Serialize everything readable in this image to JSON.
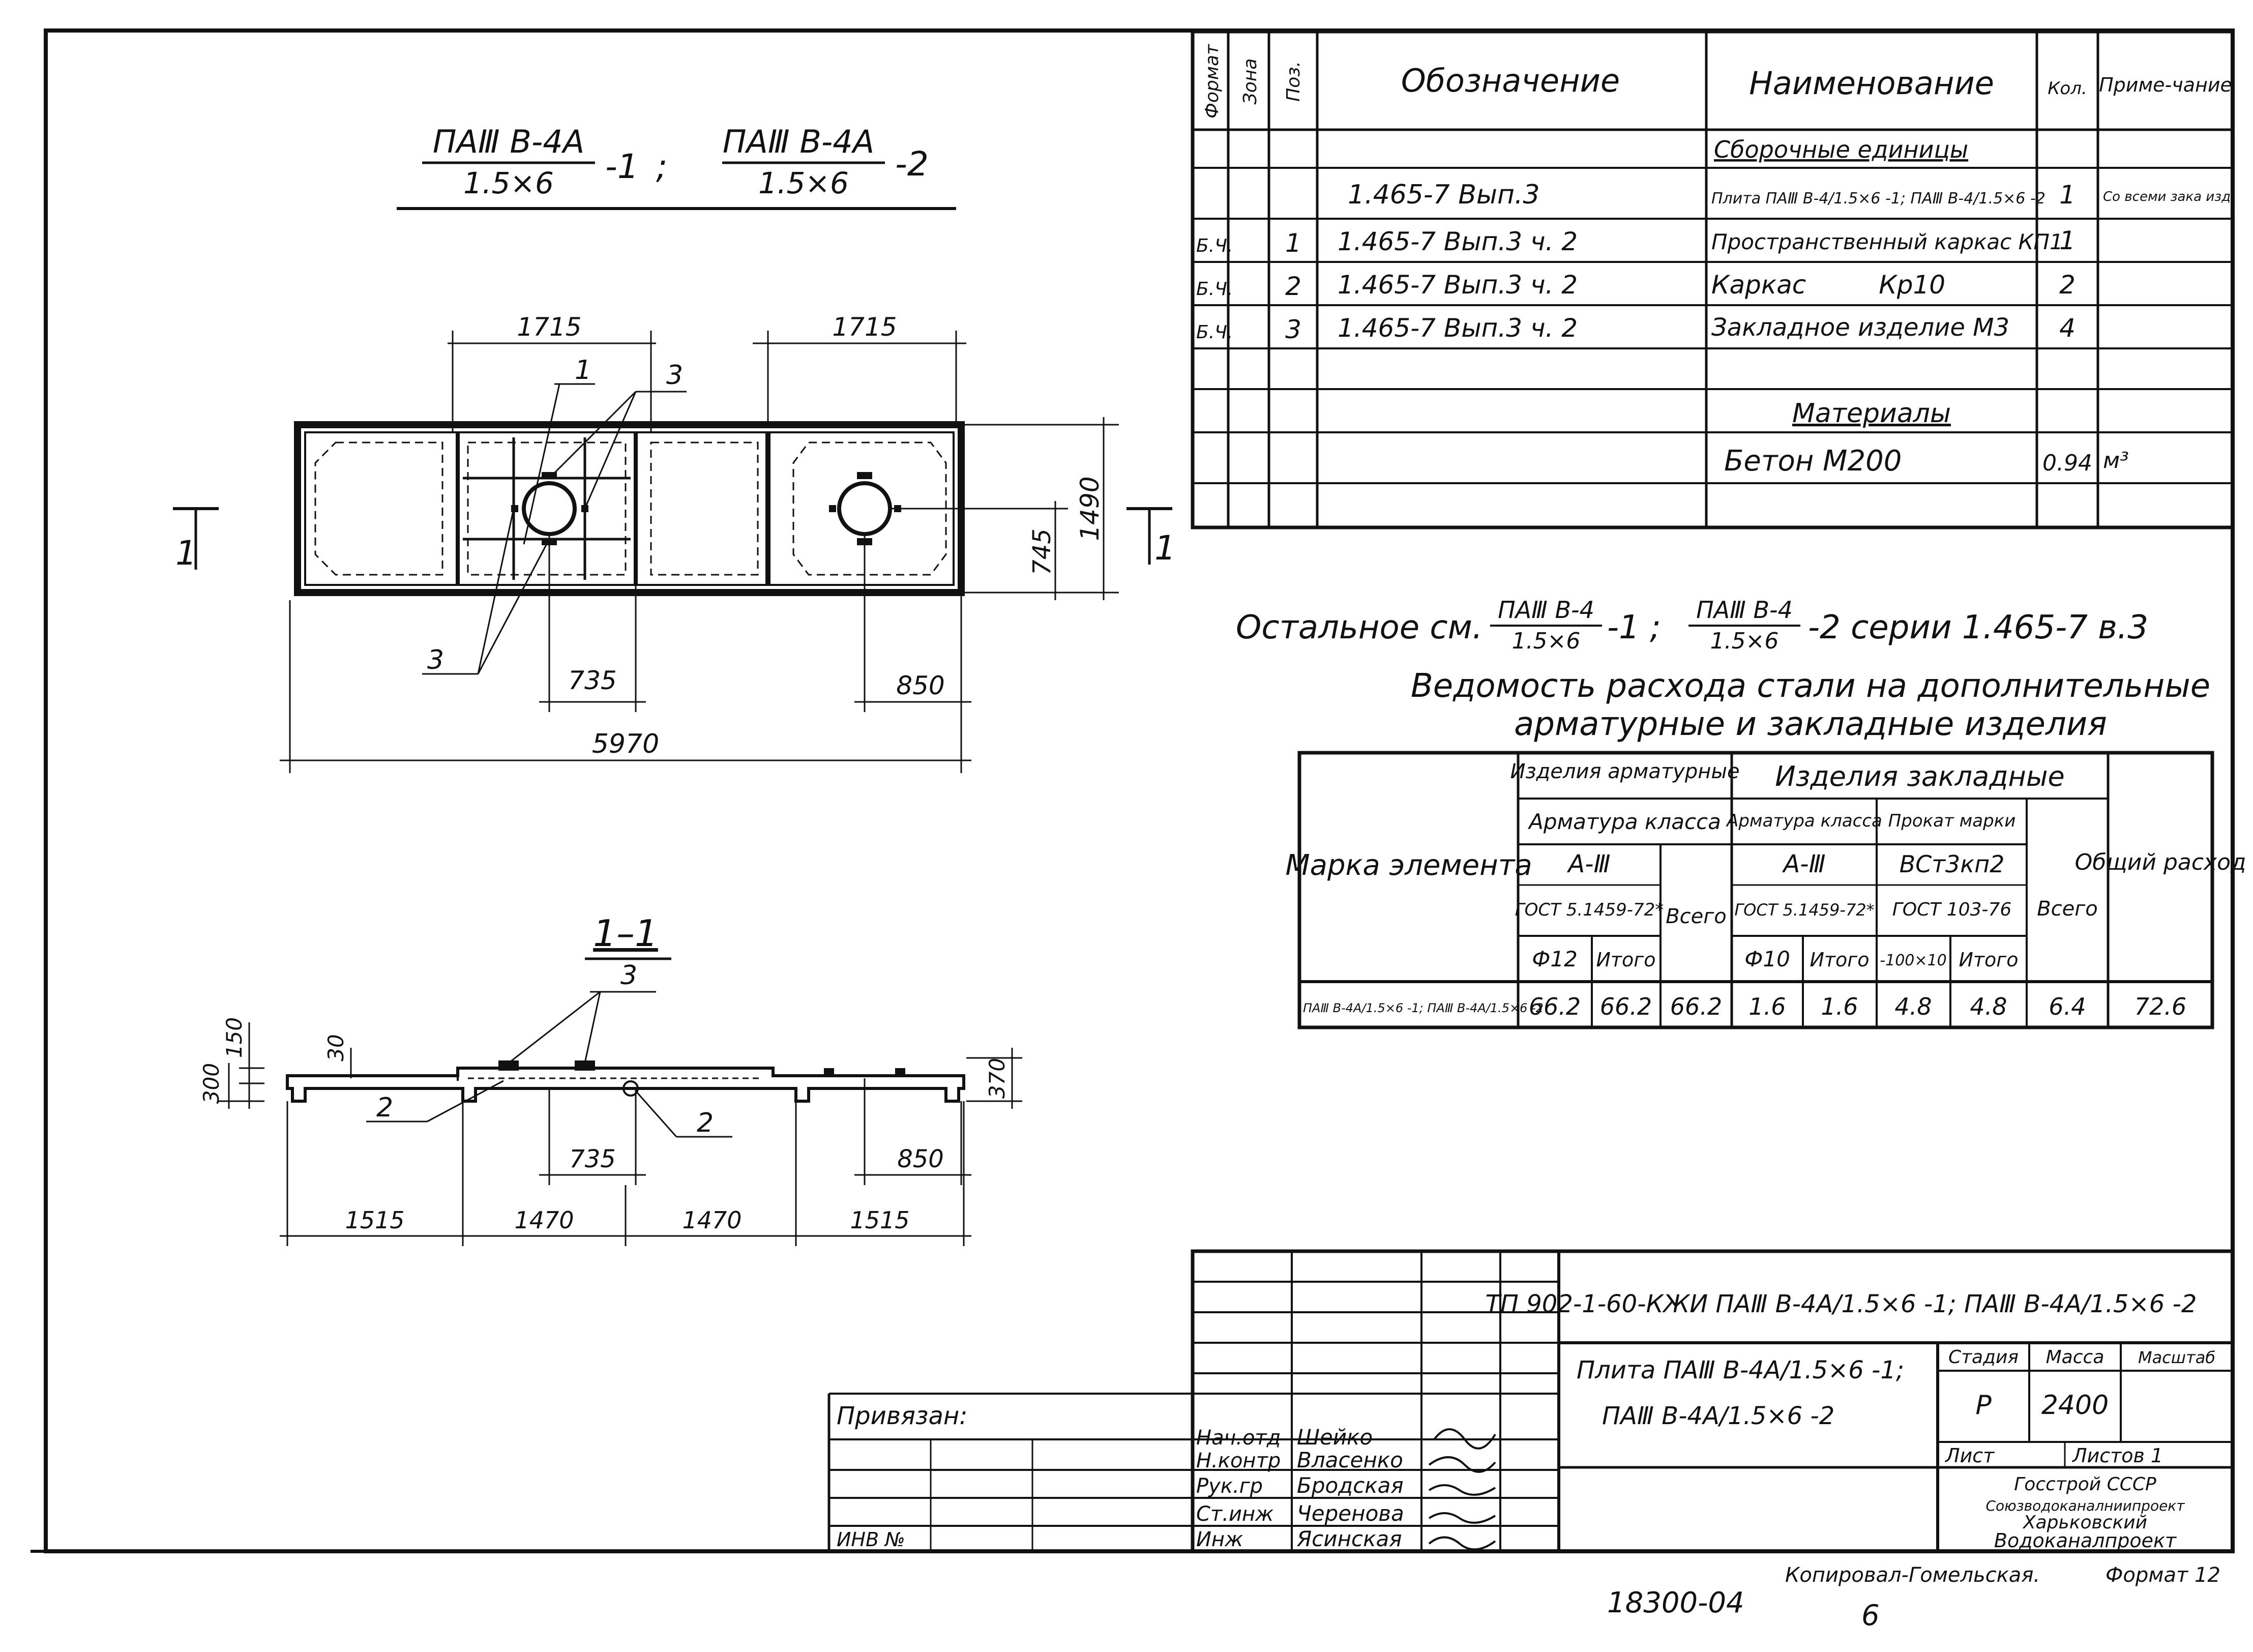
{
  "drawing": {
    "title_fraction_1_num": "ПАⅢ В-4А",
    "title_fraction_1_den": "1.5×6",
    "title_suffix_1": "-1",
    "title_separator": ";",
    "title_fraction_2_num": "ПАⅢ В-4А",
    "title_fraction_2_den": "1.5×6",
    "title_suffix_2": "-2",
    "dimensions": {
      "d1715a": "1715",
      "d1715b": "1715",
      "d1490": "1490",
      "d745": "745",
      "d735": "735",
      "d850": "850",
      "d5970": "5970",
      "s150": "150",
      "s30": "30",
      "s300": "300",
      "s370": "370",
      "s735": "735",
      "s850": "850",
      "s1515a": "1515",
      "s1470a": "1470",
      "s1470b": "1470",
      "s1515b": "1515"
    },
    "callouts": {
      "p1": "1",
      "p3a": "3",
      "p3b": "3",
      "p2a": "2",
      "p2b": "2",
      "p3c": "3"
    },
    "section_mark_left": "1",
    "section_mark_right": "1",
    "section_title": "1–1"
  },
  "spec_table": {
    "headers": {
      "format": "Формат",
      "zone": "Зона",
      "pos": "Поз.",
      "designation": "Обозначение",
      "name": "Наименование",
      "qty": "Кол.",
      "note": "Приме-чание"
    },
    "section_assemblies": "Сборочные единицы",
    "rows": [
      {
        "format": "",
        "pos": "",
        "designation": "1.465-7 Вып.3",
        "name": "Плита ПАⅢ В-4/1.5×6 -1; ПАⅢ В-4/1.5×6 -2",
        "qty": "1",
        "note": "Со всеми зака изд."
      },
      {
        "format": "Б.Ч.",
        "pos": "1",
        "designation": "1.465-7 Вып.3 ч. 2",
        "name": "Пространственный каркас КП1",
        "qty": "1",
        "note": ""
      },
      {
        "format": "Б.Ч.",
        "pos": "2",
        "designation": "1.465-7 Вып.3 ч. 2",
        "name": "Каркас         Кр10",
        "qty": "2",
        "note": ""
      },
      {
        "format": "Б.Ч.",
        "pos": "3",
        "designation": "1.465-7 Вып.3 ч. 2",
        "name": "Закладное изделие  М3",
        "qty": "4",
        "note": ""
      }
    ],
    "section_materials": "Материалы",
    "material_name": "Бетон М200",
    "material_qty": "0.94",
    "material_unit": "м³"
  },
  "note_text": {
    "prefix": "Остальное  см.",
    "frac1_num": "ПАⅢ В-4",
    "frac1_den": "1.5×6",
    "suffix1": "-1 ;",
    "frac2_num": "ПАⅢ В-4",
    "frac2_den": "1.5×6",
    "suffix2": "-2  серии 1.465-7 в.3"
  },
  "steel_table": {
    "title_line1": "Ведомость расхода стали на дополнительные",
    "title_line2": "арматурные  и  закладные  изделия",
    "h_mark": "Марка элемента",
    "h_reinf": "Изделия арматурные",
    "h_embed": "Изделия закладные",
    "h_class_a": "Арматура класса",
    "h_class_b": "Арматура класса",
    "h_rolled": "Прокат марки",
    "h_a3a": "А-Ⅲ",
    "h_a3b": "А-Ⅲ",
    "h_vst": "ВСт3кп2",
    "h_gost1": "ГОСТ 5.1459-72*",
    "h_gost2": "ГОСТ 5.1459-72*",
    "h_gost3": "ГОСТ 103-76",
    "h_total1": "Всего",
    "h_total2": "Всего",
    "h_grand": "Общий расход",
    "h_phi12": "Ф12",
    "h_itogo1": "Итого",
    "h_phi10": "Ф10",
    "h_itogo2": "Итого",
    "h_strip": "-100×10",
    "h_itogo3": "Итого",
    "row_mark": "ПАⅢ В-4А/1.5×6 -1; ПАⅢ В-4А/1.5×6 -2",
    "values": [
      "66.2",
      "66.2",
      "66.2",
      "1.6",
      "1.6",
      "4.8",
      "4.8",
      "6.4",
      "72.6"
    ]
  },
  "title_block": {
    "doc_code": "ТП 902-1-60-КЖИ ПАⅢ В-4А/1.5×6 -1; ПАⅢ В-4А/1.5×6 -2",
    "product_line1": "Плита ПАⅢ В-4А/1.5×6 -1;",
    "product_line2": "ПАⅢ В-4А/1.5×6 -2",
    "stage_label": "Стадия",
    "mass_label": "Масса",
    "scale_label": "Масштаб",
    "stage": "Р",
    "mass": "2400",
    "sheet_label": "Лист",
    "sheets_label": "Листов  1",
    "org1": "Госстрой СССР",
    "org2": "Союзводоканалниипроект",
    "org3": "Харьковский",
    "org4": "Водоканалпроект",
    "bound": "Привязан:",
    "inv": "ИНВ №",
    "roles": [
      {
        "role": "Нач.отд",
        "name": "Шейко"
      },
      {
        "role": "Н.контр",
        "name": "Власенко"
      },
      {
        "role": "Рук.гр",
        "name": "Бродская"
      },
      {
        "role": "Ст.инж",
        "name": "Черенова"
      },
      {
        "role": "Инж",
        "name": "Ясинская"
      }
    ],
    "copied": "Копировал-Гомельская.",
    "format": "Формат 12",
    "archive": "18300-04",
    "page": "6"
  }
}
